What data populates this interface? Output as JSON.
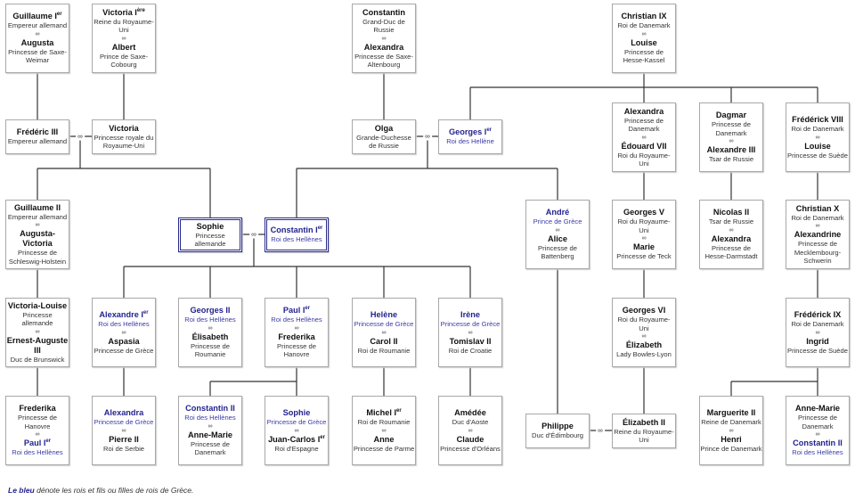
{
  "marriage_symbol": "∞",
  "footnote": {
    "highlight": "Le bleu",
    "text": " dénote les rois et fils ou filles de rois de Grèce."
  },
  "colors": {
    "greek_royal": "#23238e",
    "border": "#a8a8a8",
    "line": "#333333"
  },
  "boxes": [
    {
      "id": "guillaume1",
      "a": {
        "name": "Guillaume I",
        "sup": "er",
        "title": "Empereur allemand"
      },
      "b": {
        "name": "Augusta",
        "title": "Princesse de Saxe-Weimar"
      }
    },
    {
      "id": "victoria1",
      "a": {
        "name": "Victoria I",
        "sup": "ère",
        "title": "Reine du Royaume-Uni"
      },
      "b": {
        "name": "Albert",
        "title": "Prince de Saxe-Cobourg"
      }
    },
    {
      "id": "constantinGD",
      "a": {
        "name": "Constantin",
        "title": "Grand-Duc de Russie"
      },
      "b": {
        "name": "Alexandra",
        "title": "Princesse de Saxe-Altenbourg"
      }
    },
    {
      "id": "christian9",
      "a": {
        "name": "Christian IX",
        "title": "Roi de Danemark"
      },
      "b": {
        "name": "Louise",
        "title": "Princesse de Hesse-Kassel"
      }
    },
    {
      "id": "frederic3",
      "a": {
        "name": "Frédéric III",
        "title": "Empereur allemand"
      }
    },
    {
      "id": "victoriaPR",
      "a": {
        "name": "Victoria",
        "title": "Princesse royale du Royaume-Uni"
      }
    },
    {
      "id": "olga",
      "a": {
        "name": "Olga",
        "title": "Grande-Duchesse de Russie"
      }
    },
    {
      "id": "georges1",
      "a": {
        "name": "Georges I",
        "sup": "er",
        "title": "Roi des Hellène",
        "blue": true
      }
    },
    {
      "id": "alexandraDK",
      "a": {
        "name": "Alexandra",
        "title": "Princesse de Danemark"
      },
      "b": {
        "name": "Édouard VII",
        "title": "Roi du Royaume-Uni"
      }
    },
    {
      "id": "dagmar",
      "a": {
        "name": "Dagmar",
        "title": "Princesse de Danemark"
      },
      "b": {
        "name": "Alexandre III",
        "title": "Tsar de Russie"
      }
    },
    {
      "id": "frederick8",
      "a": {
        "name": "Frédérick VIII",
        "title": "Roi de Danemark"
      },
      "b": {
        "name": "Louise",
        "title": "Princesse de Suède"
      }
    },
    {
      "id": "guillaume2",
      "a": {
        "name": "Guillaume II",
        "title": "Empereur allemand"
      },
      "b": {
        "name": "Augusta-Victoria",
        "title": "Princesse de Schleswig-Holstein"
      }
    },
    {
      "id": "sophie",
      "highlight": true,
      "a": {
        "name": "Sophie",
        "title": "Princesse allemande"
      }
    },
    {
      "id": "constantin1",
      "highlight": true,
      "a": {
        "name": "Constantin I",
        "sup": "er",
        "title": "Roi des Hellènes",
        "blue": true
      }
    },
    {
      "id": "andre",
      "a": {
        "name": "André",
        "title": "Prince de Grèce",
        "blue": true
      },
      "b": {
        "name": "Alice",
        "title": "Princesse de Battenberg"
      }
    },
    {
      "id": "georges5",
      "a": {
        "name": "Georges V",
        "title": "Roi du Royaume-Uni"
      },
      "b": {
        "name": "Marie",
        "title": "Princesse de Teck"
      }
    },
    {
      "id": "nicolas2",
      "a": {
        "name": "Nicolas II",
        "title": "Tsar de Russie"
      },
      "b": {
        "name": "Alexandra",
        "title": "Princesse de Hesse-Darmstadt"
      }
    },
    {
      "id": "christian10",
      "a": {
        "name": "Christian X",
        "title": "Roi de Danemark"
      },
      "b": {
        "name": "Alexandrine",
        "title": "Princesse de Mecklembourg-Schwerin"
      }
    },
    {
      "id": "victoriaLouise",
      "a": {
        "name": "Victoria-Louise",
        "title": "Princesse allemande"
      },
      "b": {
        "name": "Ernest-Auguste III",
        "title": "Duc de Brunswick"
      }
    },
    {
      "id": "alexandre1",
      "a": {
        "name": "Alexandre I",
        "sup": "er",
        "title": "Roi des Hellènes",
        "blue": true
      },
      "b": {
        "name": "Aspasia",
        "title": "Princesse de Grèce"
      }
    },
    {
      "id": "georges2",
      "a": {
        "name": "Georges II",
        "title": "Roi des Hellènes",
        "blue": true
      },
      "b": {
        "name": "Élisabeth",
        "title": "Princesse de Roumanie"
      }
    },
    {
      "id": "paul1",
      "a": {
        "name": "Paul I",
        "sup": "er",
        "title": "Roi des Hellènes",
        "blue": true
      },
      "b": {
        "name": "Frederika",
        "title": "Princesse de Hanovre"
      }
    },
    {
      "id": "helene",
      "a": {
        "name": "Helène",
        "title": "Princesse de Grèce",
        "blue": true
      },
      "b": {
        "name": "Carol II",
        "title": "Roi de Roumanie"
      }
    },
    {
      "id": "irene",
      "a": {
        "name": "Irène",
        "title": "Princesse de Grèce",
        "blue": true
      },
      "b": {
        "name": "Tomislav II",
        "title": "Roi de Croatie"
      }
    },
    {
      "id": "georges6",
      "a": {
        "name": "Georges VI",
        "title": "Roi du Royaume-Uni"
      },
      "b": {
        "name": "Élizabeth",
        "title": "Lady Bowles-Lyon"
      }
    },
    {
      "id": "frederick9",
      "a": {
        "name": "Frédérick IX",
        "title": "Roi de Danemark"
      },
      "b": {
        "name": "Ingrid",
        "title": "Princesse de Suède"
      }
    },
    {
      "id": "frederika",
      "a": {
        "name": "Frederika",
        "title": "Princesse de Hanovre"
      },
      "b": {
        "name": "Paul I",
        "sup": "er",
        "title": "Roi des Hellènes",
        "blue": true
      }
    },
    {
      "id": "alexandraGR",
      "a": {
        "name": "Alexandra",
        "title": "Princesse de Grèce",
        "blue": true
      },
      "b": {
        "name": "Pierre II",
        "title": "Roi de Serbie"
      }
    },
    {
      "id": "constantin2",
      "a": {
        "name": "Constantin II",
        "title": "Roi des Hellènes",
        "blue": true
      },
      "b": {
        "name": "Anne-Marie",
        "title": "Princesse de Danemark"
      }
    },
    {
      "id": "sophieGR",
      "a": {
        "name": "Sophie",
        "title": "Princesse de Grèce",
        "blue": true
      },
      "b": {
        "name": "Juan-Carlos I",
        "sup": "er",
        "title": "Roi d'Espagne"
      }
    },
    {
      "id": "michel1",
      "a": {
        "name": "Michel I",
        "sup": "er",
        "title": "Roi de Roumanie"
      },
      "b": {
        "name": "Anne",
        "title": "Princesse de Parme"
      }
    },
    {
      "id": "amedee",
      "a": {
        "name": "Amédée",
        "title": "Duc d'Aoste"
      },
      "b": {
        "name": "Claude",
        "title": "Princesse d'Orléans"
      }
    },
    {
      "id": "philippe",
      "a": {
        "name": "Philippe",
        "title": "Duc d'Édimbourg"
      }
    },
    {
      "id": "elizabeth2",
      "a": {
        "name": "Élizabeth II",
        "title": "Reine du Royaume-Uni"
      }
    },
    {
      "id": "marguerite2",
      "a": {
        "name": "Marguerite II",
        "title": "Reine de Danemark"
      },
      "b": {
        "name": "Henri",
        "title": "Prince de Danemark"
      }
    },
    {
      "id": "anneMarie",
      "a": {
        "name": "Anne-Marie",
        "title": "Princesse de Danemark"
      },
      "b": {
        "name": "Constantin II",
        "title": "Roi des Hellènes",
        "blue": true
      }
    }
  ]
}
